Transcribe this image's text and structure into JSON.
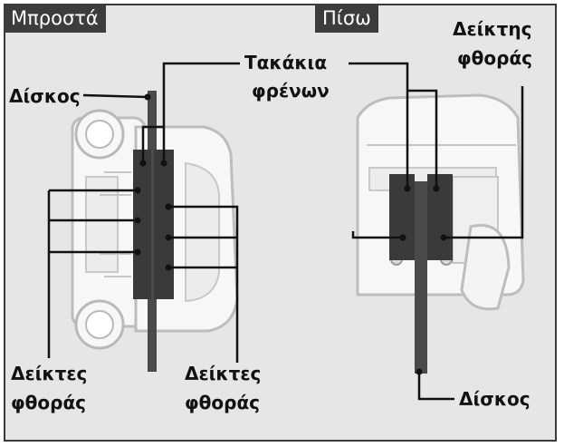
{
  "views": {
    "front": "Μπροστά",
    "rear": "Πίσω"
  },
  "labels": {
    "disc_front": "Δίσκος",
    "pads_line1": "Τακάκια",
    "pads_line2": "φρένων",
    "indicator_top_line1": "Δείκτης",
    "indicator_top_line2": "φθοράς",
    "indicators_left_line1": "Δείκτες",
    "indicators_left_line2": "φθοράς",
    "indicators_right_line1": "Δείκτες",
    "indicators_right_line2": "φθοράς",
    "disc_rear": "Δίσκος"
  },
  "colors": {
    "background": "#e6e6e6",
    "caliper": "#f7f7f7",
    "caliper_outline": "#b9b9b9",
    "pad": "#3a3a3a",
    "disc": "#4a4a4a",
    "leader": "#111111",
    "tab": "#3c3c3c"
  }
}
